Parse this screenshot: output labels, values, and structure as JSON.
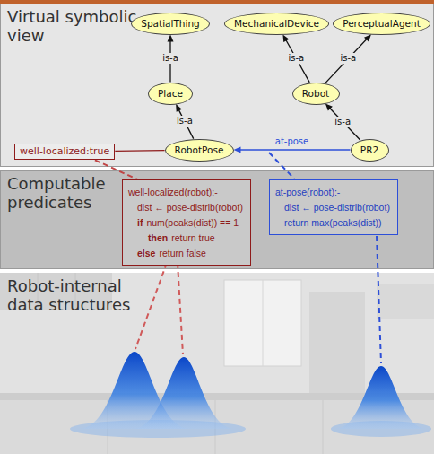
{
  "diagram": {
    "nodes": [
      {
        "text": [
          "Virtual symbolic view"
        ]
      },
      {
        "text": [
          "SpatialThing"
        ],
        "in": 0
      },
      {
        "text": [
          "MechanicalDevice"
        ],
        "in": 0
      },
      {
        "text": [
          "PerceptualAgent"
        ],
        "in": 0
      },
      {
        "text": [
          "Place"
        ],
        "in": 0
      },
      {
        "text": [
          "Robot"
        ],
        "in": 0
      },
      {
        "text": [
          "well-localized:true"
        ],
        "in": 0
      },
      {
        "text": [
          "RobotPose"
        ],
        "in": 0
      },
      {
        "text": [
          "PR2"
        ],
        "in": 0
      },
      {
        "text": [
          "Computable predicates"
        ]
      },
      {
        "text": [
          "well-localized(robot):-",
          "dist ← pose-distrib(robot)",
          "if",
          "num(peaks(dist)) == 1",
          "then",
          "return true",
          "else",
          "return false"
        ],
        "in": 9
      },
      {
        "text": [
          "at-pose(robot):-",
          "dist ← pose-distrib(robot)",
          "return max(peaks(dist))"
        ],
        "in": 9
      },
      {
        "text": [
          "Robot-internal data structures"
        ]
      }
    ],
    "edges": [
      {
        "from": 4,
        "to": 1,
        "arrow": "to",
        "label": "is-a"
      },
      {
        "from": 5,
        "to": 2,
        "arrow": "to",
        "label": "is-a"
      },
      {
        "from": 5,
        "to": 3,
        "arrow": "to",
        "label": "is-a"
      },
      {
        "from": 7,
        "to": 4,
        "arrow": "to",
        "label": "is-a"
      },
      {
        "from": 8,
        "to": 5,
        "arrow": "to",
        "label": "is-a"
      },
      {
        "from": 8,
        "to": 7,
        "arrow": "to",
        "label": "at-pose"
      },
      {
        "from": 6,
        "to": 7,
        "arrow": "none"
      },
      {
        "from": 6,
        "to": 10,
        "arrow": "none"
      }
    ]
  }
}
